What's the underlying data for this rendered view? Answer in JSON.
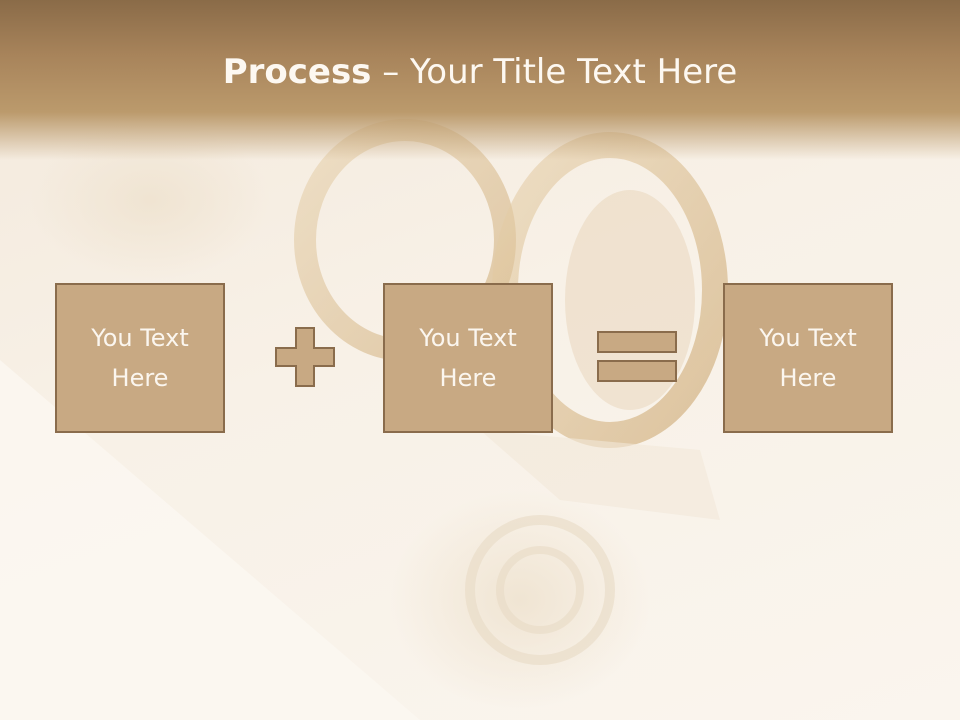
{
  "slide": {
    "title_bold": "Process",
    "title_rest": " – Your Title Text Here"
  },
  "boxes": [
    {
      "text": "You Text\nHere"
    },
    {
      "text": "You Text\nHere"
    },
    {
      "text": "You Text\nHere"
    }
  ],
  "operators": {
    "first": "plus-icon",
    "second": "equals-icon"
  },
  "colors": {
    "header_top": "#8a6b48",
    "box_fill": "#c8a983",
    "box_border": "#8a6c4c",
    "text_light": "#fdf8f1"
  }
}
